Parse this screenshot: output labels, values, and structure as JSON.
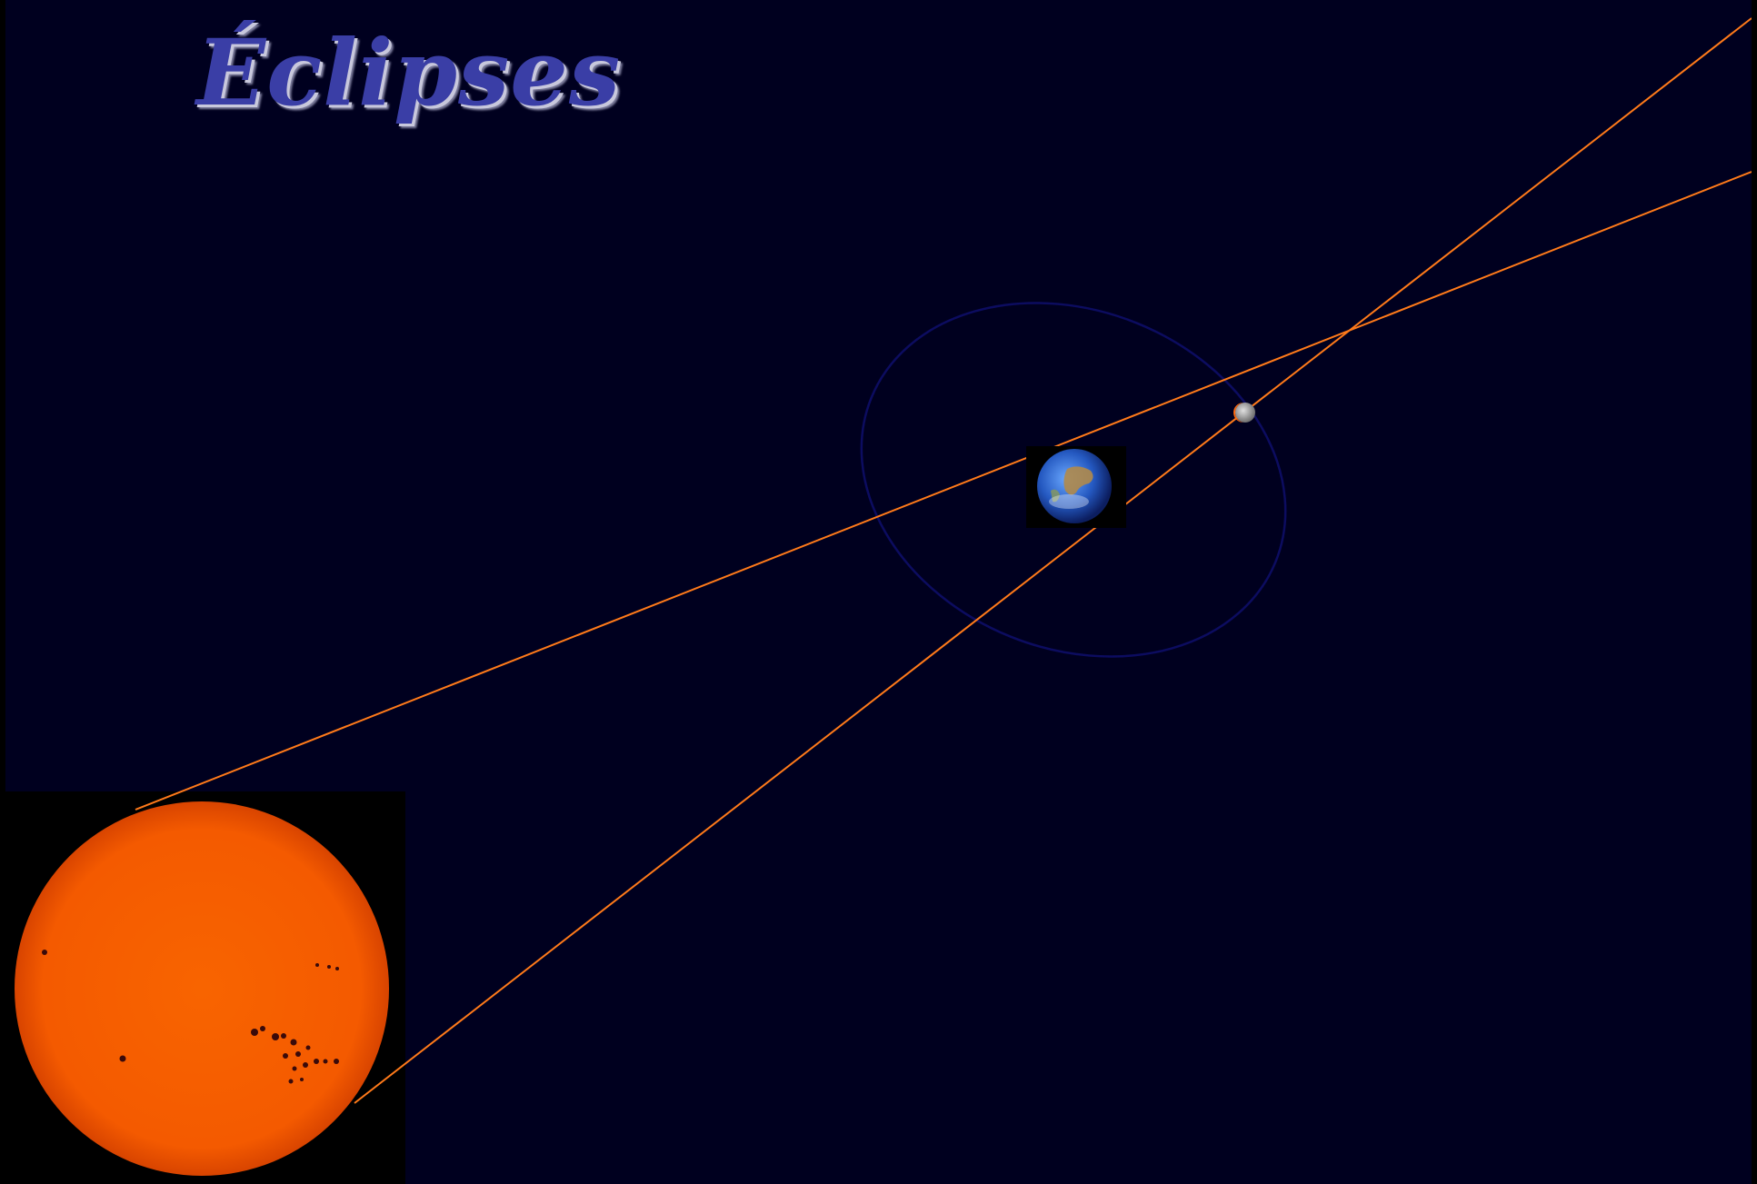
{
  "slide": {
    "title": "Éclipses"
  },
  "colors": {
    "background": "#00001f",
    "sun": "#f55a00",
    "ray": "#ff7a1a",
    "orbit": "#0a0a5a"
  },
  "objects": {
    "sun": "sun-image",
    "earth": "earth-image",
    "moon": "moon-image",
    "orbit": "moon-orbit"
  }
}
